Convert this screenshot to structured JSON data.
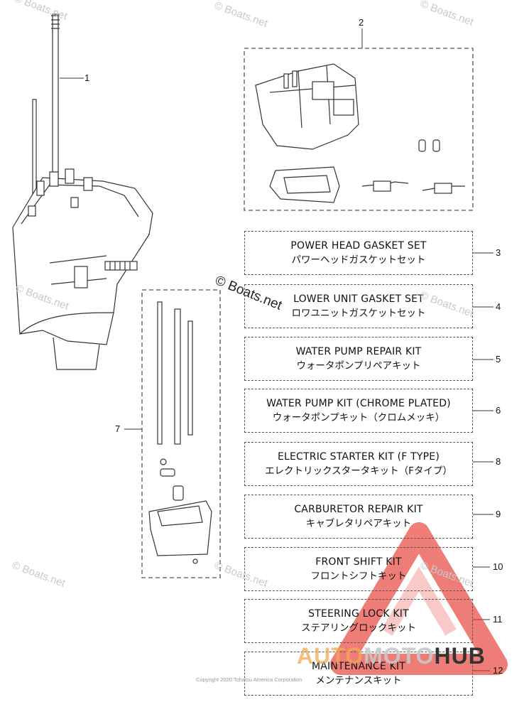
{
  "callouts": {
    "c1": "1",
    "c2": "2",
    "c7": "7"
  },
  "kits": [
    {
      "num": "3",
      "en": "POWER HEAD GASKET SET",
      "jp": "パワーヘッドガスケットセット"
    },
    {
      "num": "4",
      "en": "LOWER UNIT GASKET SET",
      "jp": "ロワユニットガスケットセット"
    },
    {
      "num": "5",
      "en": "WATER PUMP REPAIR KIT",
      "jp": "ウォータポンプリペアキット"
    },
    {
      "num": "6",
      "en": "WATER PUMP KIT (CHROME PLATED)",
      "jp": "ウォータポンプキット（クロムメッキ）"
    },
    {
      "num": "8",
      "en": "ELECTRIC STARTER KIT (F TYPE)",
      "jp": "エレクトリックスタータキット（Fタイプ）"
    },
    {
      "num": "9",
      "en": "CARBURETOR REPAIR KIT",
      "jp": "キャブレタリペアキット"
    },
    {
      "num": "10",
      "en": "FRONT SHIFT KIT",
      "jp": "フロントシフトキット"
    },
    {
      "num": "11",
      "en": "STEERING LOCK KIT",
      "jp": "ステアリングロックキット"
    },
    {
      "num": "12",
      "en": "MAINTENANCE KIT",
      "jp": "メンテナンスキット"
    }
  ],
  "watermark": {
    "text": "© Boats.net",
    "logo_part1": "AUTO",
    "logo_part2": "MOTO",
    "logo_part3": "HUB",
    "accent_color": "#e8382f"
  },
  "copyright": "Copyright 2020 Tohatsu America Corporation"
}
